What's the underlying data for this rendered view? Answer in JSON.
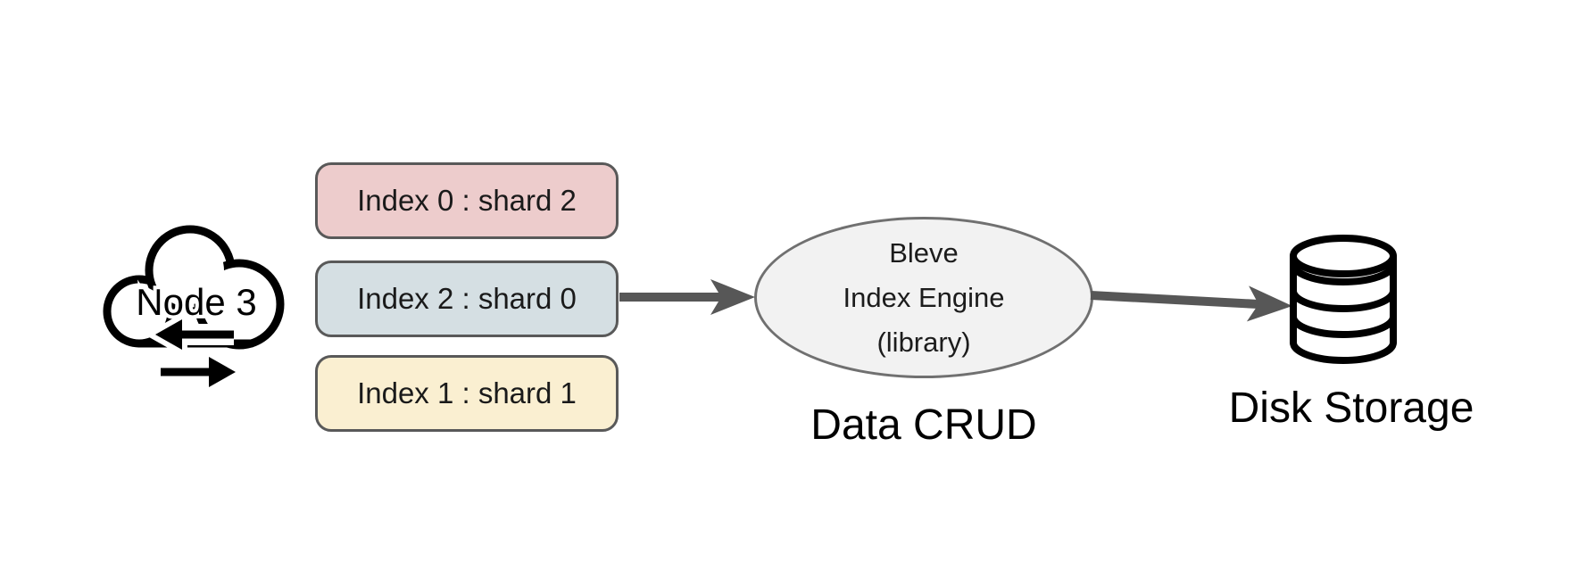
{
  "diagram": {
    "node": {
      "label": "Node 3",
      "icon": "cloud-with-sync-arrows"
    },
    "shards": [
      {
        "label": "Index 0 : shard 2",
        "fill": "#edcccc"
      },
      {
        "label": "Index 2 : shard 0",
        "fill": "#d5dfe3"
      },
      {
        "label": "Index 1 : shard 1",
        "fill": "#faefd1"
      }
    ],
    "engine": {
      "line1": "Bleve",
      "line2": "Index Engine",
      "line3": "(library)",
      "fill": "#f2f2f2",
      "border": "#707070"
    },
    "flow_label": "Data CRUD",
    "storage_label": "Disk Storage",
    "storage_icon": "database-cylinder",
    "colors": {
      "arrow": "#575757",
      "box_border": "#595959",
      "icon_stroke": "#000000"
    }
  }
}
